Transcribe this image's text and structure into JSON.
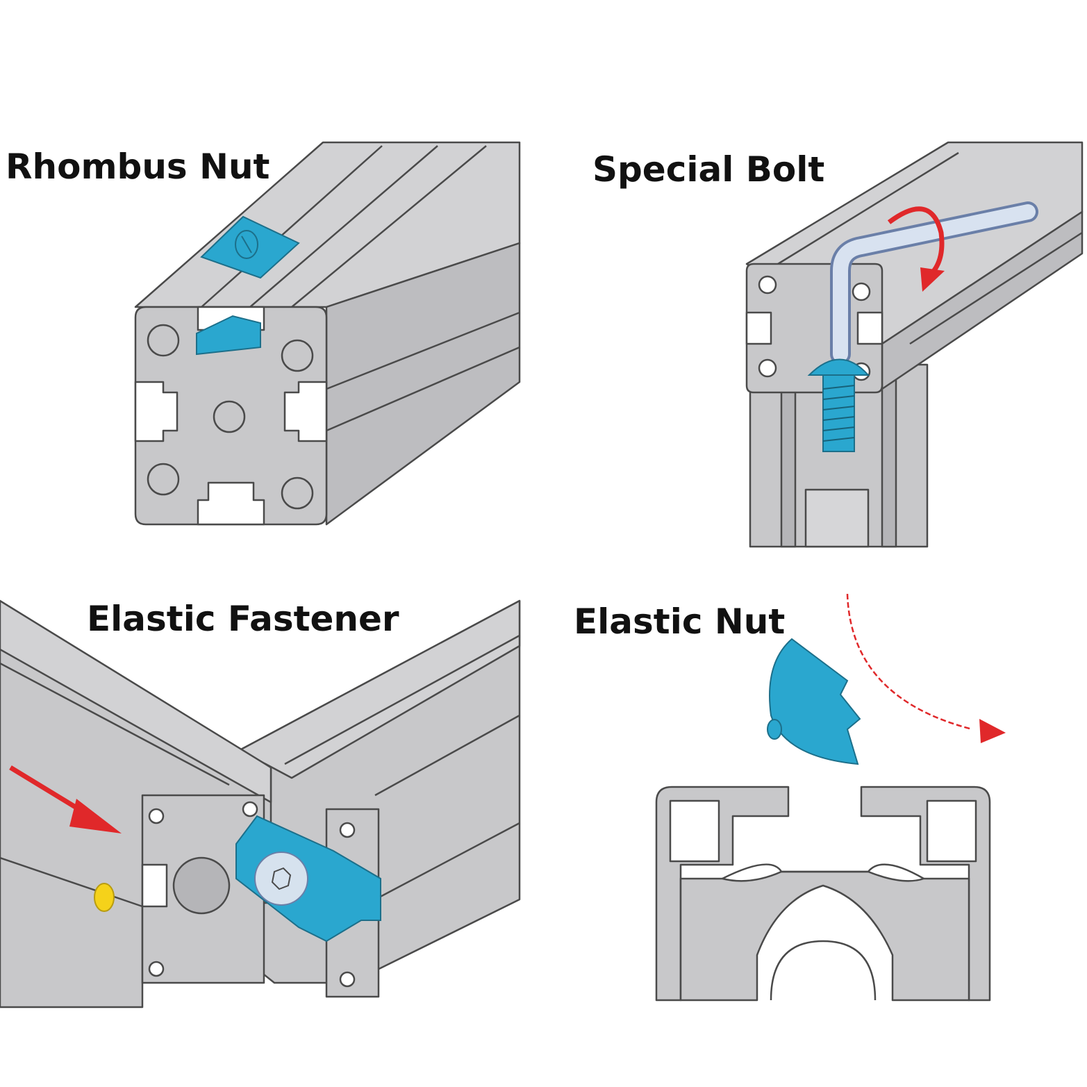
{
  "panels": [
    {
      "label": "Rhombus Nut"
    },
    {
      "label": "Special Bolt"
    },
    {
      "label": "Elastic Fastener"
    },
    {
      "label": "Elastic Nut"
    }
  ],
  "colors": {
    "profile": "#c8c8ca",
    "profile_dark": "#a9a9ac",
    "outline": "#4a4a4a",
    "fastener": "#2aa7cf",
    "arrow": "#e0282a",
    "marker": "#f5d21a"
  },
  "icons": [
    "rhombus-nut-icon",
    "hex-key-icon",
    "special-bolt-icon",
    "direction-arrow-icon",
    "elastic-fastener-icon",
    "elastic-nut-icon",
    "rotation-arrow-icon"
  ]
}
